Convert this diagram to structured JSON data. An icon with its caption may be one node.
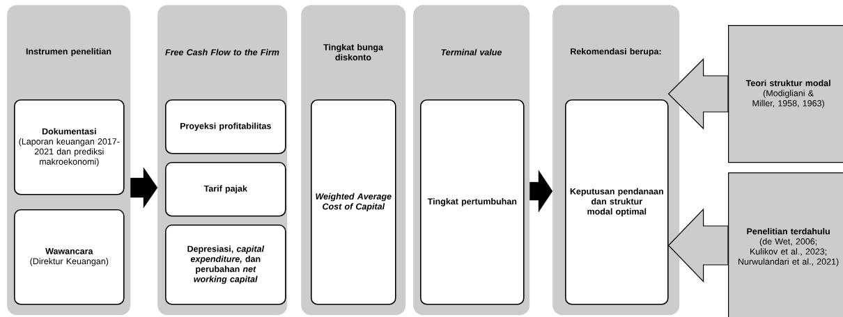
{
  "diagram": {
    "nodes": [
      {
        "text": [
          "Instrumen penelitian"
        ]
      },
      {
        "text": [
          "Dokumentasi",
          "(Laporan keuangan 2017-2021 dan prediksi makroekonomi)"
        ],
        "in": 0
      },
      {
        "text": [
          "Wawancara",
          "(Direktur Keuangan)"
        ],
        "in": 0
      },
      {
        "text": [
          "Free Cash Flow to the Firm"
        ]
      },
      {
        "text": [
          "Proyeksi profitabilitas"
        ],
        "in": 3
      },
      {
        "text": [
          "Tarif pajak"
        ],
        "in": 3
      },
      {
        "text": [
          "Depresiasi, *capital expenditure,* dan perubahan *net working capital*"
        ],
        "in": 3
      },
      {
        "text": [
          "Tingkat bunga diskonto"
        ]
      },
      {
        "text": [
          "Weighted Average Cost of Capital"
        ],
        "in": 7
      },
      {
        "text": [
          "Terminal value"
        ]
      },
      {
        "text": [
          "Tingkat pertumbuhan"
        ],
        "in": 9
      },
      {
        "text": [
          "Rekomendasi berupa:"
        ]
      },
      {
        "text": [
          "Keputusan pendanaan dan struktur modal optimal"
        ],
        "in": 11
      },
      {
        "text": [
          "Teori struktur modal",
          "(Modigliani & Miller, 1958, 1963)"
        ]
      },
      {
        "text": [
          "Penelitian terdahulu",
          "(de Wet, 2006; Kulikov et al., 2023; Nurwulandari et al., 2021)"
        ]
      }
    ],
    "edges": [
      {
        "from": 0,
        "to": 3,
        "arrow": "to"
      },
      {
        "from": 9,
        "to": 11,
        "arrow": "to"
      },
      {
        "from": 13,
        "to": 12,
        "arrow": "to"
      },
      {
        "from": 14,
        "to": 12,
        "arrow": "to"
      }
    ]
  }
}
